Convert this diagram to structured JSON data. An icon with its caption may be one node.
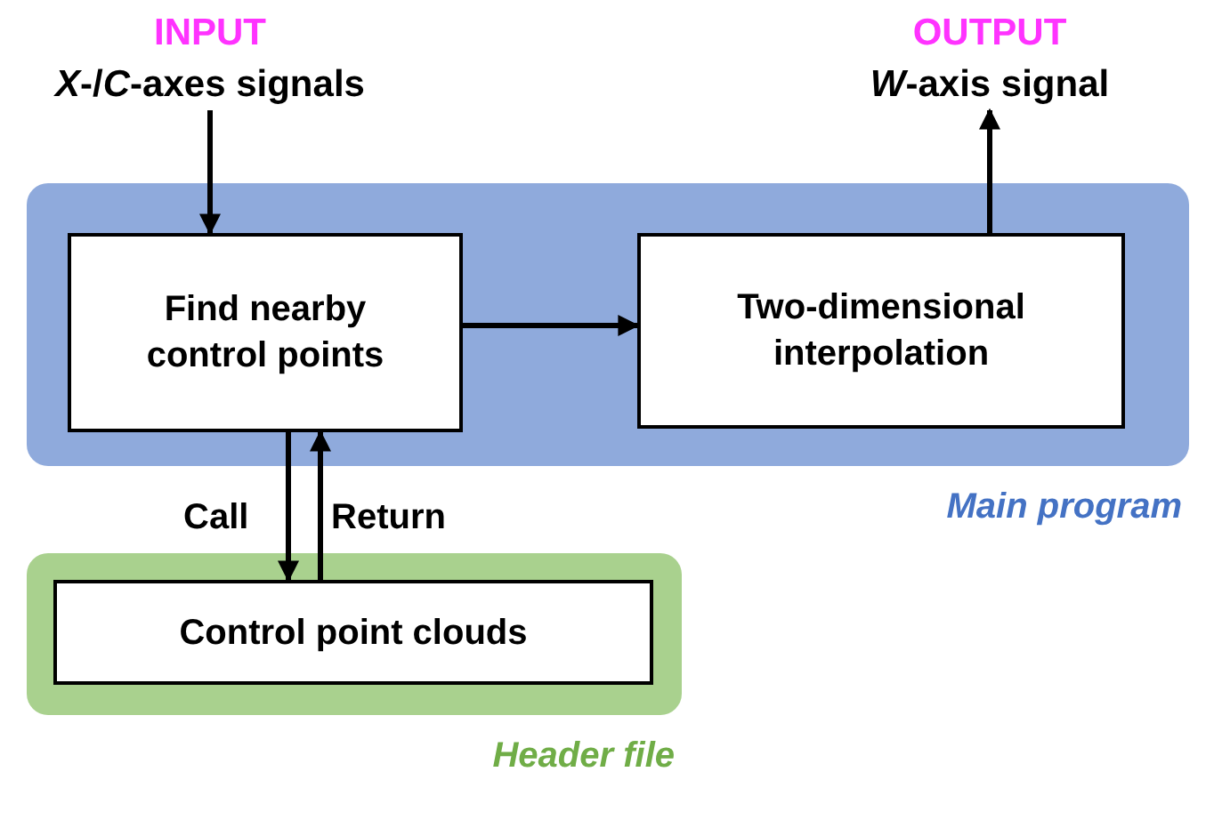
{
  "diagram": {
    "nodes": [
      {
        "text": [
          "Main program"
        ]
      },
      {
        "text": [
          "Find nearby control points"
        ],
        "in": 0
      },
      {
        "text": [
          "Two-dimensional interpolation"
        ],
        "in": 0
      },
      {
        "text": [
          "Header file"
        ]
      },
      {
        "text": [
          "Control point clouds"
        ],
        "in": 3
      },
      {
        "text": [
          "INPUT",
          "*X*-/*C*-axes signals"
        ]
      },
      {
        "text": [
          "OUTPUT",
          "*W*-axis signal"
        ]
      }
    ],
    "edges": [
      {
        "from": 5,
        "to": 1,
        "arrow": "to"
      },
      {
        "from": 1,
        "to": 2,
        "arrow": "to"
      },
      {
        "from": 2,
        "to": 6,
        "arrow": "to"
      },
      {
        "from": 1,
        "to": 4,
        "arrow": "to",
        "label": "Call"
      },
      {
        "from": 4,
        "to": 1,
        "arrow": "to",
        "label": "Return"
      }
    ]
  }
}
